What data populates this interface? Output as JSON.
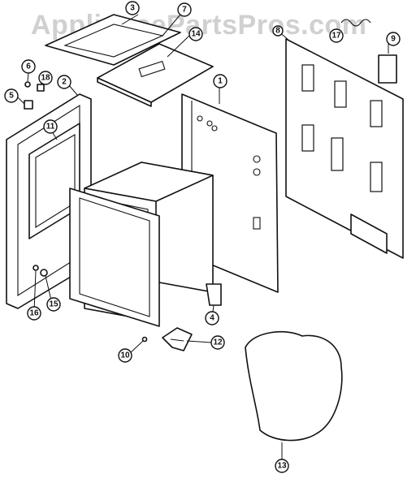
{
  "watermark": "AppliancePartsPros.com",
  "callouts": [
    "1",
    "2",
    "3",
    "4",
    "5",
    "6",
    "7",
    "8",
    "9",
    "10",
    "11",
    "12",
    "13",
    "14",
    "15",
    "16",
    "17",
    "18"
  ]
}
